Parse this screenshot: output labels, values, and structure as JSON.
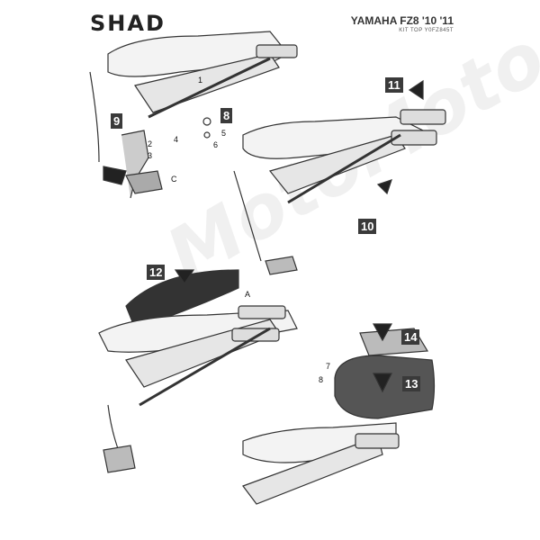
{
  "header": {
    "brand": "SHAD",
    "model": "YAMAHA FZ8 '10 '11",
    "kit": "KIT TOP Y0FZ845T"
  },
  "steps": [
    "9",
    "8",
    "11",
    "10",
    "12",
    "14",
    "13"
  ],
  "callouts": [
    "1",
    "2",
    "3",
    "4",
    "5",
    "6",
    "C",
    "A",
    "7",
    "8"
  ],
  "watermark": "MotoMoto",
  "colors": {
    "step_box": "#3a3a3a",
    "line": "#333333",
    "fill": "#f0f0f0"
  }
}
